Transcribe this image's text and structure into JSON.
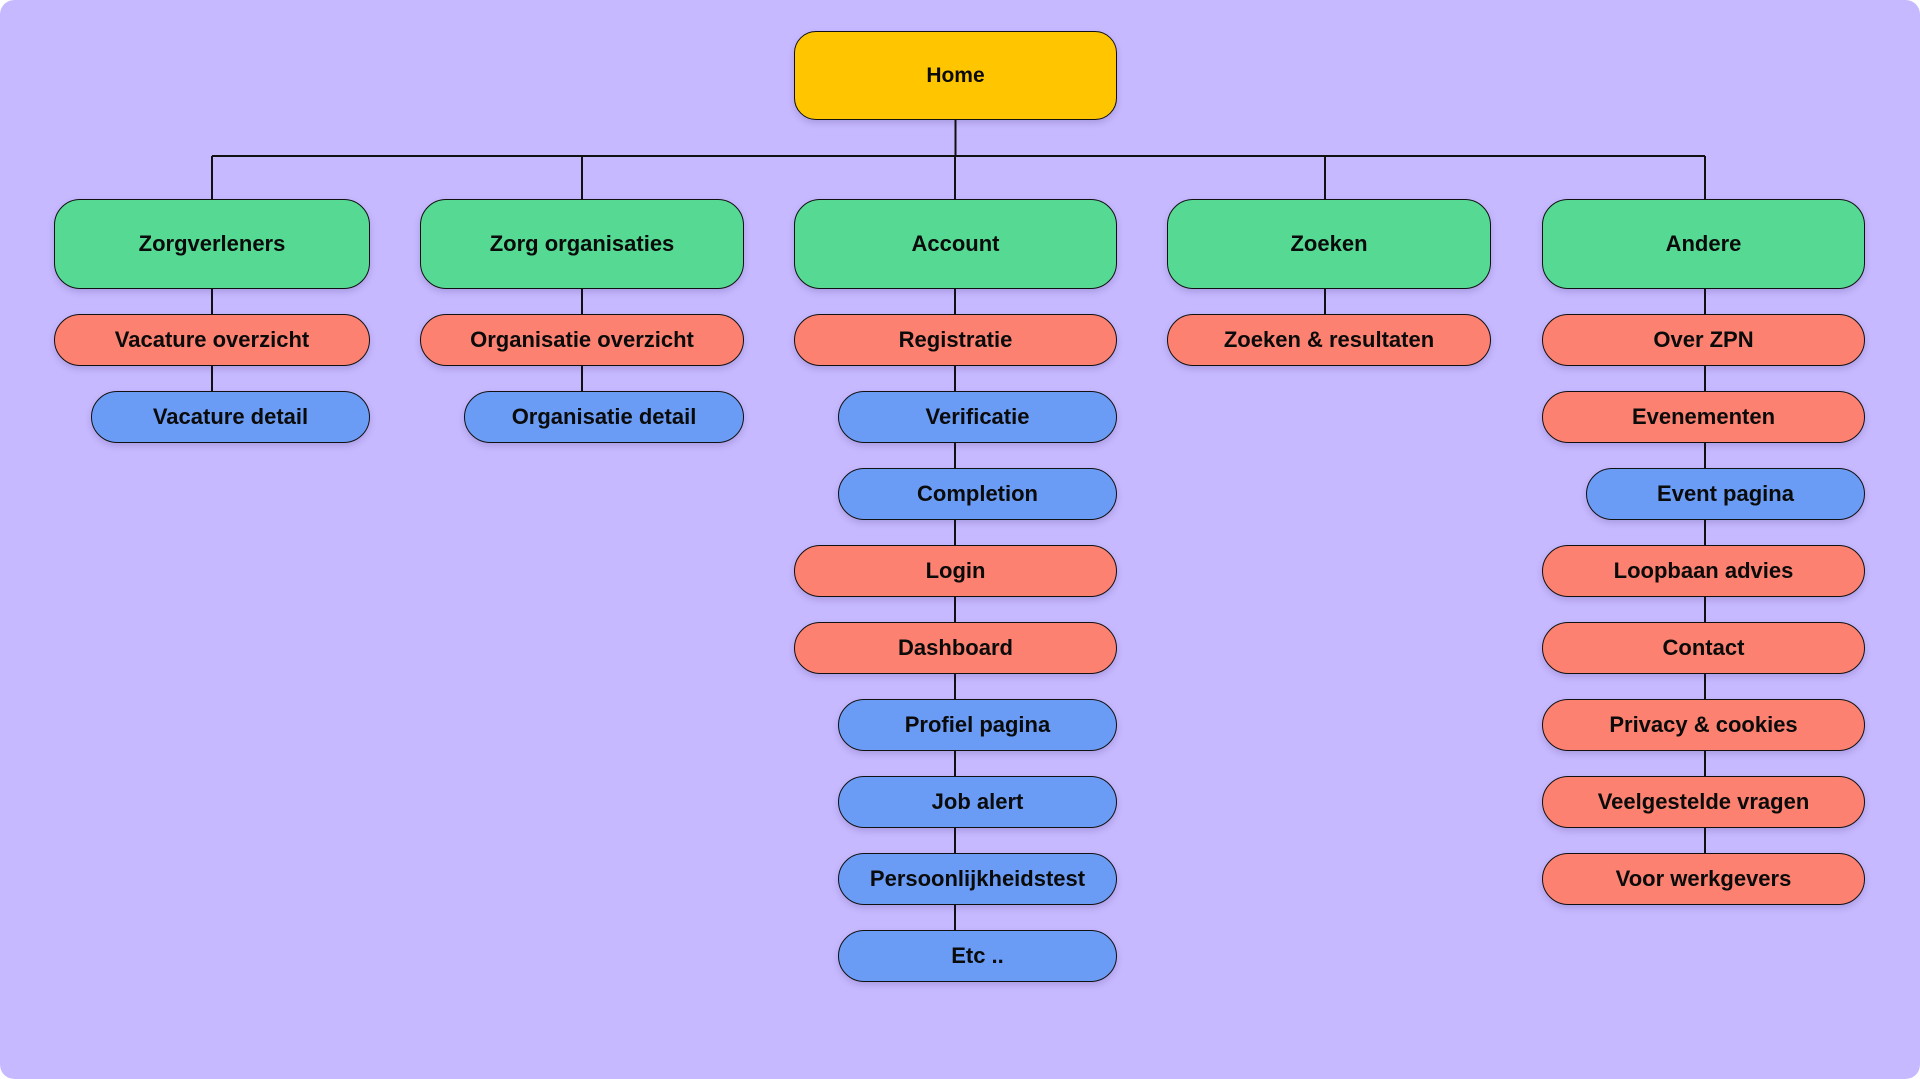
{
  "colors": {
    "background": "#c7b9ff",
    "root": "#ffc600",
    "section": "#55d993",
    "page": "#fc8171",
    "subpage": "#6a9cf6",
    "line": "#111111"
  },
  "root": {
    "label": "Home",
    "kind": "root"
  },
  "sections": [
    {
      "label": "Zorgverleners",
      "children": [
        {
          "label": "Vacature overzicht",
          "kind": "page"
        },
        {
          "label": "Vacature detail",
          "kind": "subpage"
        }
      ]
    },
    {
      "label": "Zorg organisaties",
      "children": [
        {
          "label": "Organisatie overzicht",
          "kind": "page"
        },
        {
          "label": "Organisatie detail",
          "kind": "subpage"
        }
      ]
    },
    {
      "label": "Account",
      "children": [
        {
          "label": "Registratie",
          "kind": "page"
        },
        {
          "label": "Verificatie",
          "kind": "subpage"
        },
        {
          "label": "Completion",
          "kind": "subpage"
        },
        {
          "label": "Login",
          "kind": "page"
        },
        {
          "label": "Dashboard",
          "kind": "page"
        },
        {
          "label": "Profiel pagina",
          "kind": "subpage"
        },
        {
          "label": "Job alert",
          "kind": "subpage"
        },
        {
          "label": "Persoonlijkheidstest",
          "kind": "subpage"
        },
        {
          "label": "Etc ..",
          "kind": "subpage"
        }
      ]
    },
    {
      "label": "Zoeken",
      "children": [
        {
          "label": "Zoeken & resultaten",
          "kind": "page"
        }
      ]
    },
    {
      "label": "Andere",
      "children": [
        {
          "label": "Over ZPN",
          "kind": "page"
        },
        {
          "label": "Evenementen",
          "kind": "page"
        },
        {
          "label": "Event pagina",
          "kind": "subpage"
        },
        {
          "label": "Loopbaan advies",
          "kind": "page"
        },
        {
          "label": "Contact",
          "kind": "page"
        },
        {
          "label": "Privacy & cookies",
          "kind": "page"
        },
        {
          "label": "Veelgestelde vragen",
          "kind": "page"
        },
        {
          "label": "Voor werkgevers",
          "kind": "page"
        }
      ]
    }
  ]
}
